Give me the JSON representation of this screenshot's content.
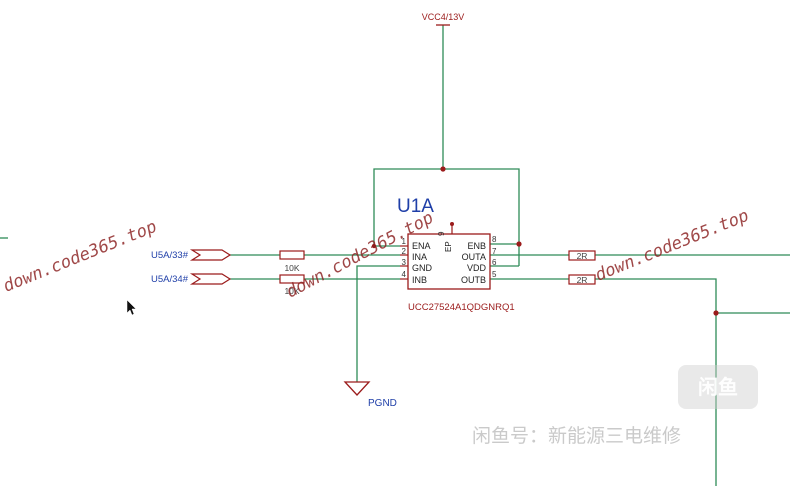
{
  "power": {
    "vcc_label": "VCC4/13V",
    "ground_label": "PGND"
  },
  "ic": {
    "designator": "U1A",
    "part_number": "UCC27524A1QDGNRQ1",
    "pins_left": [
      {
        "number": "1",
        "name": "ENA"
      },
      {
        "number": "2",
        "name": "INA"
      },
      {
        "number": "3",
        "name": "GND"
      },
      {
        "number": "4",
        "name": "INB"
      }
    ],
    "pins_right": [
      {
        "number": "8",
        "name": "ENB"
      },
      {
        "number": "7",
        "name": "OUTA"
      },
      {
        "number": "6",
        "name": "VDD"
      },
      {
        "number": "5",
        "name": "OUTB"
      }
    ],
    "ep_pin": {
      "number": "9",
      "name": "EP"
    }
  },
  "nets": {
    "input_a": "U5A/33#",
    "input_b": "U5A/34#"
  },
  "resistors": {
    "input_a": "10K",
    "input_b": "10K",
    "output_a": "2R",
    "output_b": "2R"
  },
  "watermarks": {
    "site_1": "down.code365.top",
    "site_2": "down.code365.top",
    "site_3": "down.code365.top",
    "brand_logo": "闲鱼",
    "brand_text": "闲鱼号：新能源三电维修"
  },
  "colors": {
    "wire": "#2e8b57",
    "component": "#9b1b1b",
    "net_label": "#1f3fa8",
    "watermark": "#8a1f1f"
  }
}
